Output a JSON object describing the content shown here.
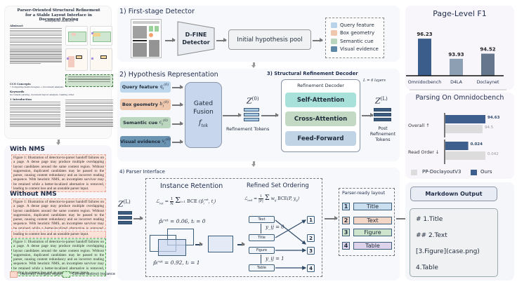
{
  "left": {
    "paper_title": "Parser-Oriented Structural Refinement for a Stable Layout Interface in Document Parsing",
    "paper_author": "Anonymous Author(s)",
    "abstract_heading": "Abstract",
    "ccs_heading": "CCS Concepts",
    "ccs_text": "• Computing methodologies → Document analysis.",
    "keywords_heading": "Keywords",
    "keywords_text": "Document parsing, document layout analysis, reading order",
    "intro_heading": "1 Introduction",
    "with_nms_heading": "With NMS",
    "without_nms_heading": "Without NMS",
    "caption": "Figure 1: Illustration of detector-to-parser handoff failures on a page. A dense page may produce multiple overlapping layout candidates around the same content region. Without suppression, duplicated candidates may be passed to the parser, causing content redundancy and an incorrect reading sequence. With heuristic NMS, an incomplete survivor may be retained while a better-localized alternative is removed, leading to content loss and an unstable parser input.",
    "caption_last_line": "leading to content loss and an unstable parser input.",
    "legend_incorrect": "Incorrect merged region",
    "legend_correct": "Correct distinct instance"
  },
  "stage1": {
    "title": "1) First-stage Detector",
    "detector_label_line1": "D-FINE",
    "detector_label_line2": "Detector",
    "pool_label": "Initial hypothesis pool",
    "legend": [
      {
        "label": "Query feature",
        "color": "#b9d4ea"
      },
      {
        "label": "Box geometry",
        "color": "#eec7ad"
      },
      {
        "label": "Semantic cue",
        "color": "#b9d5bd"
      },
      {
        "label": "Visual evidence",
        "color": "#5d88a8"
      }
    ]
  },
  "stage2": {
    "title": "2) Hypothesis Representation",
    "inputs": [
      {
        "label": "Query feature",
        "sym": "q",
        "color": "#bcd6ec"
      },
      {
        "label": "Box geometry",
        "sym": "b",
        "color": "#efc8ad"
      },
      {
        "label": "Semantic cue",
        "sym": "c",
        "color": "#bcd7bf"
      },
      {
        "label": "Visual evidence",
        "sym": "v",
        "color": "#6b93b2"
      }
    ],
    "superscript": "(0)",
    "subscript": "i",
    "fusion_line1": "Gated",
    "fusion_line2": "Fusion",
    "fusion_fn": "f",
    "fusion_fn_sub": "tok",
    "z0": "Z",
    "z0_sup": "(0)",
    "tokens_label": "Refinement Tokens"
  },
  "stage3": {
    "title": "3) Structural Refinement Decoder",
    "layers_note": "L = 6 layers",
    "decoder_label": "Refinement Decoder",
    "blocks": [
      {
        "label": "Self-Attention",
        "color": "#a8e0da"
      },
      {
        "label": "Cross-Attention",
        "color": "#c4d9c3"
      },
      {
        "label": "Feed-Forward",
        "color": "#c0d4e6"
      }
    ],
    "zL": "Z",
    "zL_sup": "(L)",
    "post_label_line1": "Post",
    "post_label_line2": "Refinement",
    "post_label_line3": "Tokens"
  },
  "stage4": {
    "title": "4) Parser Interface",
    "zL": "Z",
    "zL_sup": "(L)",
    "retention_title": "Instance Retention",
    "retention_formula": "ℒ_ret = (1/N) Σ_{i=1}^{N} BCE(p̂_i^ret, t_i)",
    "retention_low": "p̂ᵢʳᵉᵗ = 0.06, tᵢ = 0",
    "retention_high": "p̂ᵢʳᵉᵗ = 0.92, tᵢ = 1",
    "ordering_title": "Refined Set Ordering",
    "ordering_formula": "ℒ_ord = (1/|P|) Σ_{(i,j)∈P} w_ij BCE(P, y_ij)",
    "ordering_items": [
      "Text",
      "Title",
      "Figure",
      "Table"
    ],
    "ordering_numbers": [
      "1",
      "2",
      "3",
      "4"
    ],
    "y0": "y_ij = 0",
    "y1": "y_ij = 1",
    "parser_ready_title": "Parser-ready layout",
    "parser_ready": [
      {
        "num": "1",
        "label": "Title",
        "color": "#c9deef"
      },
      {
        "num": "2",
        "label": "Text",
        "color": "#f4d6c6"
      },
      {
        "num": "3",
        "label": "Figure",
        "color": "#cfe4cd"
      },
      {
        "num": "4",
        "label": "Table",
        "color": "#ddd4ec"
      }
    ]
  },
  "f1": {
    "title": "Page-Level F1"
  },
  "parsing": {
    "title": "Parsing On Omnidocbench",
    "legend_baseline": "PP-DoclayoutV3",
    "legend_ours": "Ours"
  },
  "markdown": {
    "title": "Markdown Output",
    "lines": [
      "# 1.Title",
      "## 2.Text",
      "[3.Figure](case.png)",
      "4.Table"
    ]
  },
  "chart_data": [
    {
      "type": "bar",
      "title": "Page-Level F1",
      "categories": [
        "Omnidocbench",
        "D4LA",
        "Doclaynet"
      ],
      "values": [
        96.23,
        93.93,
        94.52
      ],
      "colors": [
        "#3b5d8c",
        "#8d9fb3",
        "#66768c"
      ],
      "xlabel": "",
      "ylabel": "",
      "ylim": [
        92,
        96.8
      ]
    },
    {
      "type": "bar",
      "orientation": "horizontal",
      "title": "Parsing On Omnidocbench",
      "categories": [
        "Overall ↑",
        "Read Order ↓"
      ],
      "series": [
        {
          "name": "Ours",
          "values": [
            94.63,
            0.024
          ],
          "color": "#3e5f8e"
        },
        {
          "name": "PP-DoclayoutV3",
          "values": [
            94.5,
            0.042
          ],
          "color": "#dcdcdc"
        }
      ],
      "value_labels": [
        [
          "94.63",
          "94.5"
        ],
        [
          "0.024",
          "0.042"
        ]
      ],
      "legend": "bottom"
    }
  ]
}
